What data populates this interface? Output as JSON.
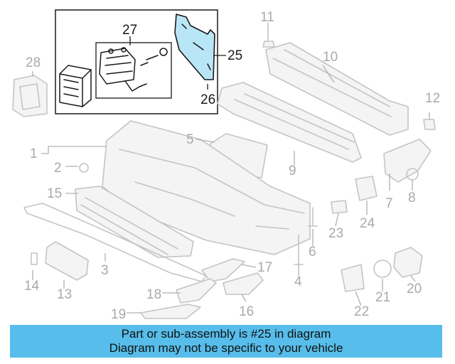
{
  "diagram": {
    "callouts": {
      "c1": "1",
      "c2": "2",
      "c3": "3",
      "c4": "4",
      "c5": "5",
      "c6": "6",
      "c7": "7",
      "c8": "8",
      "c9": "9",
      "c10": "10",
      "c11": "11",
      "c12": "12",
      "c13": "13",
      "c14": "14",
      "c15": "15",
      "c16": "16",
      "c17": "17",
      "c18": "18",
      "c19": "19",
      "c20": "20",
      "c21": "21",
      "c22": "22",
      "c23": "23",
      "c24": "24",
      "c25": "25",
      "c26": "26",
      "c27": "27",
      "c28": "28"
    },
    "highlighted_part": "25",
    "highlight_color": "#b9e6f6",
    "part_line_color": "#c4c4c4",
    "callout_color": "#a9a9a9"
  },
  "footer": {
    "line1": "Part or sub-assembly is #25 in diagram",
    "line2": "Diagram may not be specific to your vehicle",
    "background": "#57bdea"
  }
}
